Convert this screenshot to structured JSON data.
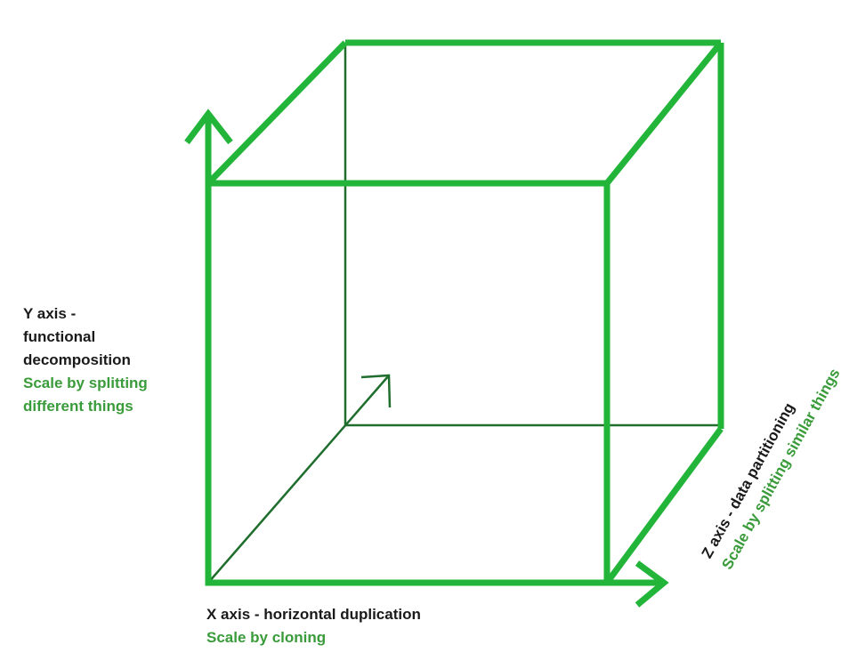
{
  "colors": {
    "cube_green": "#22b53a",
    "axis_dark": "#1f6e2e",
    "label_dark": "#1a1a1a",
    "label_green": "#3a9b3a",
    "background": "#ffffff"
  },
  "labels": {
    "y_axis_line1": "Y axis -",
    "y_axis_line2": "functional",
    "y_axis_line3": "decomposition",
    "y_axis_desc_line1": "Scale by splitting",
    "y_axis_desc_line2": "different things",
    "x_axis_title": "X axis - horizontal duplication",
    "x_axis_desc": "Scale by cloning",
    "z_axis_title": "Z axis - data partitioning",
    "z_axis_desc": "Scale by splitting similar things"
  }
}
